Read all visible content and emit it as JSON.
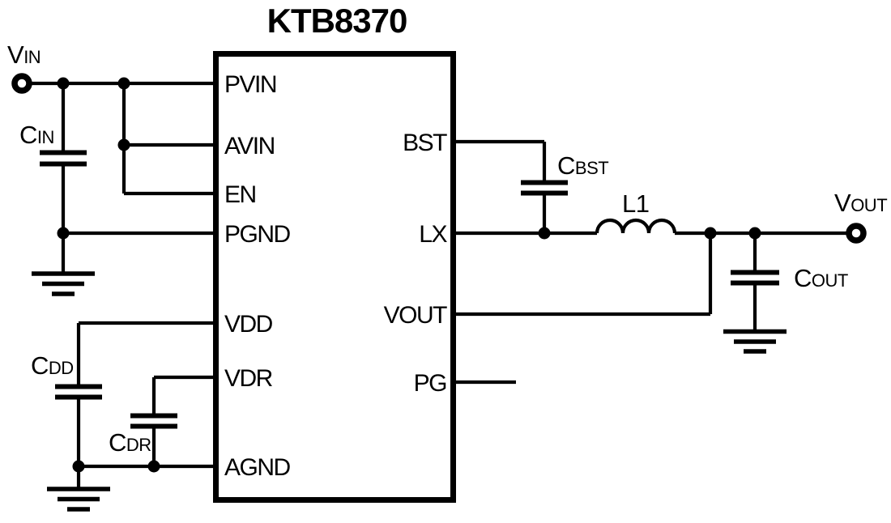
{
  "title": "KTB8370",
  "colors": {
    "ink": "#000000",
    "background": "#ffffff"
  },
  "ic": {
    "left_pins": [
      {
        "label": "PVIN"
      },
      {
        "label": "AVIN"
      },
      {
        "label": "EN"
      },
      {
        "label": "PGND"
      },
      {
        "label": "VDD"
      },
      {
        "label": "VDR"
      },
      {
        "label": "AGND"
      }
    ],
    "right_pins": [
      {
        "label": "BST"
      },
      {
        "label": "LX"
      },
      {
        "label": "VOUT"
      },
      {
        "label": "PG"
      }
    ]
  },
  "labels": {
    "vin": {
      "main": "V",
      "sub": "IN"
    },
    "cin": {
      "main": "C",
      "sub": "IN"
    },
    "cdd": {
      "main": "C",
      "sub": "DD"
    },
    "cdr": {
      "main": "C",
      "sub": "DR"
    },
    "cbst": {
      "main": "C",
      "sub": "BST"
    },
    "l1": "L1",
    "vout": {
      "main": "V",
      "sub": "OUT"
    },
    "cout": {
      "main": "C",
      "sub": "OUT"
    }
  }
}
